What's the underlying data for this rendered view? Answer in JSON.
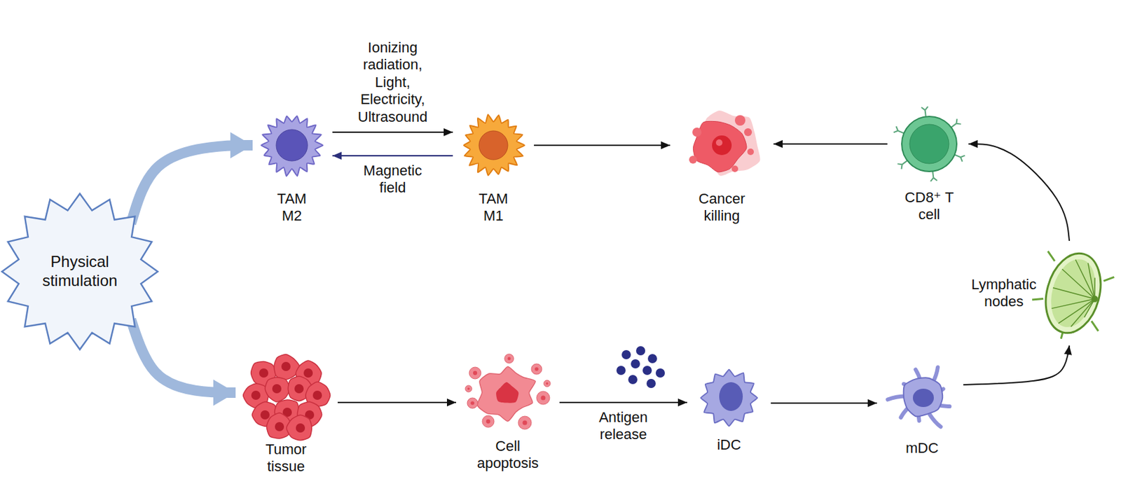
{
  "diagram": {
    "nodes": [
      {
        "text": [
          "Physical stimulation"
        ]
      },
      {
        "text": [
          "TAM M2"
        ]
      },
      {
        "text": [
          "TAM M1"
        ]
      },
      {
        "text": [
          "Cancer killing"
        ]
      },
      {
        "text": [
          "CD8⁺ T cell"
        ]
      },
      {
        "text": [
          "Tumor tissue"
        ]
      },
      {
        "text": [
          "Cell apoptosis"
        ]
      },
      {
        "text": [
          "iDC"
        ]
      },
      {
        "text": [
          "mDC"
        ]
      },
      {
        "text": [
          "Lymphatic nodes"
        ]
      }
    ],
    "edges": [
      {
        "from": 0,
        "to": 1,
        "arrow": "to"
      },
      {
        "from": 0,
        "to": 5,
        "arrow": "to"
      },
      {
        "from": 1,
        "to": 2,
        "label": "Ionizing radiation, Light, Electricity, Ultrasound",
        "arrow": "to"
      },
      {
        "from": 2,
        "to": 1,
        "label": "Magnetic field",
        "arrow": "to"
      },
      {
        "from": 2,
        "to": 3,
        "arrow": "to"
      },
      {
        "from": 4,
        "to": 3,
        "arrow": "to"
      },
      {
        "from": 5,
        "to": 6,
        "arrow": "to"
      },
      {
        "from": 6,
        "to": 7,
        "label": "Antigen release",
        "arrow": "to"
      },
      {
        "from": 7,
        "to": 8,
        "arrow": "to"
      },
      {
        "from": 8,
        "to": 9,
        "arrow": "to"
      },
      {
        "from": 9,
        "to": 4,
        "arrow": "to"
      }
    ]
  }
}
